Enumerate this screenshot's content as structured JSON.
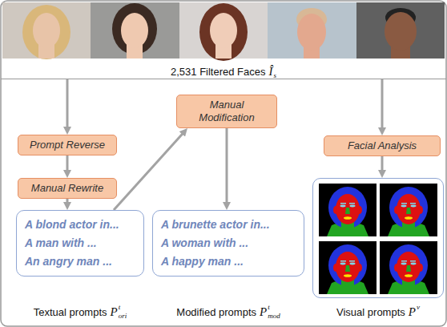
{
  "diagram": {
    "nodes": [
      {
        "text": [
          "2,531 Filtered Faces",
          "Î",
          "s"
        ]
      },
      {
        "text": [
          "Prompt Reverse"
        ]
      },
      {
        "text": [
          "Manual Rewrite"
        ]
      },
      {
        "text": [
          "A blond actor in...",
          "A man with ...",
          "An angry man ...",
          "Textual prompts",
          "P",
          "t",
          "ori"
        ]
      },
      {
        "text": [
          "Manual Modification"
        ]
      },
      {
        "text": [
          "A brunette actor in...",
          "A woman with ...",
          "A happy man ...",
          "Modified prompts",
          "P",
          "t",
          "mod"
        ]
      },
      {
        "text": [
          "Facial Analysis"
        ]
      },
      {
        "text": [
          "Visual prompts",
          "P",
          "v"
        ]
      }
    ],
    "edges": [
      {
        "from": 0,
        "to": 1,
        "arrow": "to"
      },
      {
        "from": 1,
        "to": 2,
        "arrow": "to"
      },
      {
        "from": 2,
        "to": 3,
        "arrow": "to"
      },
      {
        "from": 3,
        "to": 4,
        "arrow": "to"
      },
      {
        "from": 4,
        "to": 5,
        "arrow": "to"
      },
      {
        "from": 0,
        "to": 6,
        "arrow": "to"
      },
      {
        "from": 6,
        "to": 7,
        "arrow": "to"
      }
    ]
  }
}
